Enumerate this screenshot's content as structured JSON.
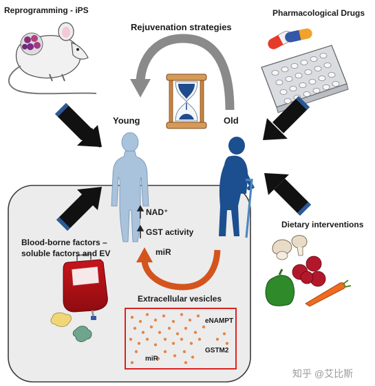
{
  "labels": {
    "reprogramming": "Reprogramming - iPS",
    "pharmacological": "Pharmacological Drugs",
    "rejuvenation": "Rejuvenation strategies",
    "young": "Young",
    "old": "Old",
    "dietary": "Dietary interventions",
    "blood_line1": "Blood-borne factors –",
    "blood_line2": "soluble factors and EV",
    "nad": "NAD⁺",
    "gst": "GST activity",
    "mir_main": "miR",
    "ev_title": "Extracellular vesicles",
    "enampt": "eNAMPT",
    "gstm2": "GSTM2",
    "mir_ev": "miR"
  },
  "watermark": "知乎 @艾比斯",
  "colors": {
    "young_figure": "#a9c3dc",
    "old_figure": "#1b4f8f",
    "arrow_dark": "#111111",
    "arrow_tip": "#2b5a9a",
    "curved_arrow_grey": "#8a8a8a",
    "curved_arrow_orange": "#d4541e",
    "panel_bg": "#ececec",
    "ev_box_border": "#d9231f",
    "ev_dots": "#e4874a"
  },
  "icons": [
    "mouse-icon",
    "pills-icon",
    "hourglass-icon",
    "blood-bag-icon",
    "vegetables-icon"
  ]
}
